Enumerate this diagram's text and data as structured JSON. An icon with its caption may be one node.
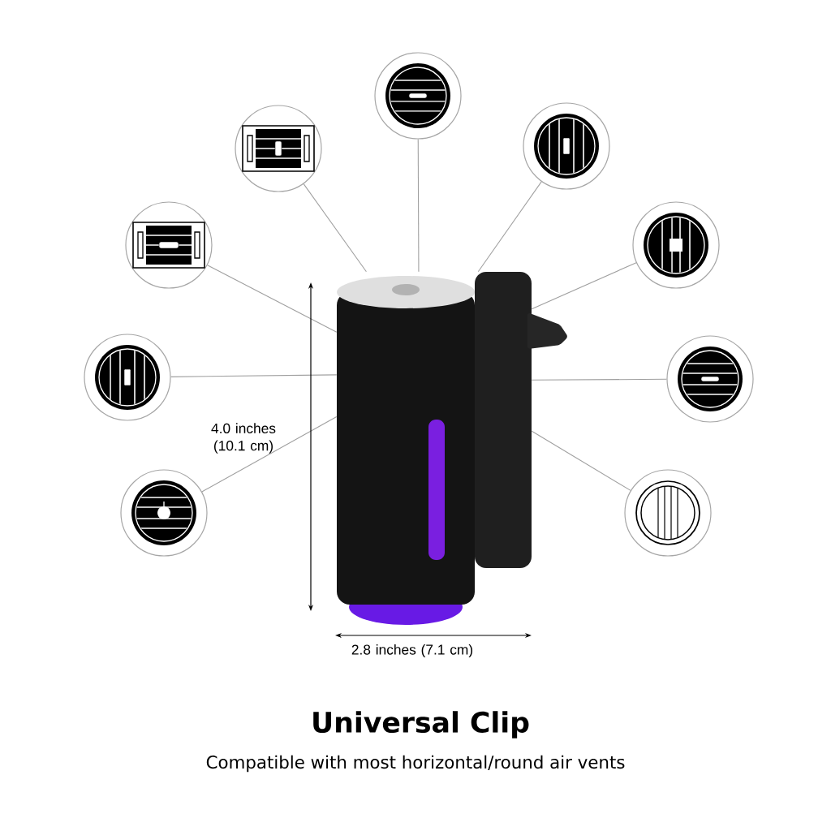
{
  "diagram": {
    "title": "Universal Clip",
    "caption": "Compatible with most horizontal/round air vents",
    "nodes": [
      {
        "text": [],
        "shape": "circle"
      },
      {
        "text": [],
        "shape": "circle"
      },
      {
        "text": [],
        "shape": "circle"
      },
      {
        "text": [],
        "shape": "circle"
      },
      {
        "text": [],
        "shape": "circle"
      },
      {
        "text": [],
        "shape": "circle"
      },
      {
        "text": [],
        "shape": "circle"
      },
      {
        "text": [],
        "shape": "circle"
      },
      {
        "text": [],
        "shape": "circle"
      },
      {
        "text": [],
        "shape": "picture"
      }
    ],
    "edges": [
      {
        "from": 0,
        "to": 9,
        "arrow": "none"
      },
      {
        "from": 1,
        "to": 9,
        "arrow": "none"
      },
      {
        "from": 2,
        "to": 9,
        "arrow": "none"
      },
      {
        "from": 3,
        "to": 9,
        "arrow": "none"
      },
      {
        "from": 4,
        "to": 9,
        "arrow": "none"
      },
      {
        "from": 5,
        "to": 9,
        "arrow": "none"
      },
      {
        "from": 6,
        "to": 9,
        "arrow": "none"
      },
      {
        "from": 7,
        "to": 9,
        "arrow": "none"
      },
      {
        "from": 8,
        "to": 9,
        "arrow": "none"
      }
    ],
    "labels": [
      "4.0 inches (10.1 cm)",
      "2.8 inches (7.1 cm)"
    ]
  }
}
